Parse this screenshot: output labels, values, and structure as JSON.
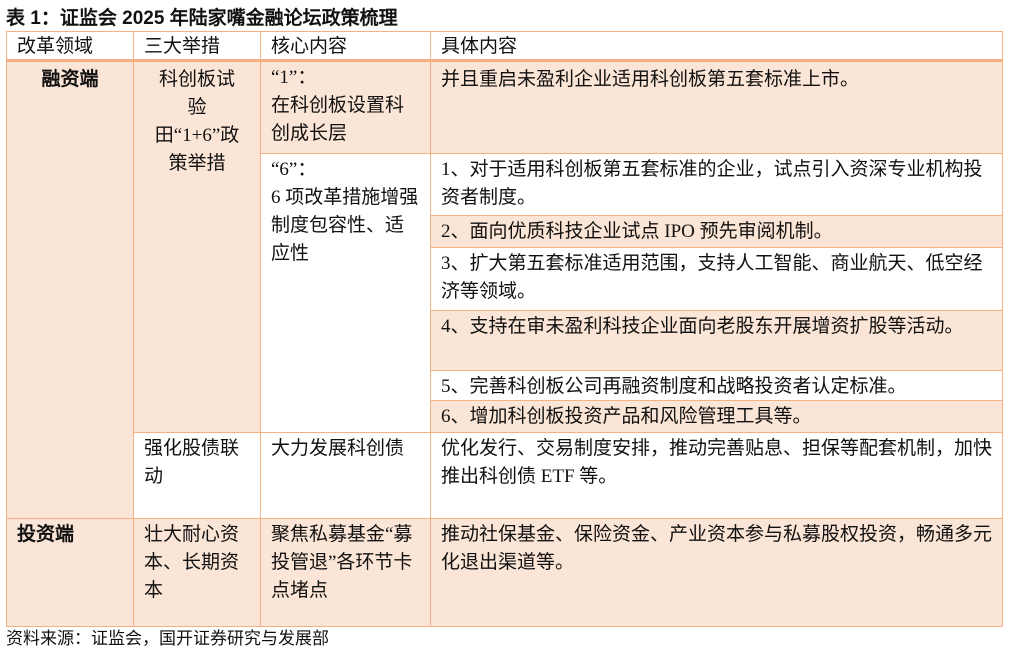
{
  "title": "表 1：证监会 2025 年陆家嘴金融论坛政策梳理",
  "headers": [
    "改革领域",
    "三大举措",
    "核心内容",
    "具体内容"
  ],
  "financing": {
    "area": "融资端",
    "measure1": "科创板试验田“1+6”政策举措",
    "core_1": "“1”：\n在科创板设置科创成长层",
    "detail_1": "并且重启未盈利企业适用科创板第五套标准上市。",
    "core_6": "“6”：\n6 项改革措施增强制度包容性、适应性",
    "details_6": [
      "1、对于适用科创板第五套标准的企业，试点引入资深专业机构投资者制度。",
      "2、面向优质科技企业试点 IPO 预先审阅机制。",
      "3、扩大第五套标准适用范围，支持人工智能、商业航天、低空经济等领域。",
      "4、支持在审未盈利科技企业面向老股东开展增资扩股等活动。",
      "5、完善科创板公司再融资制度和战略投资者认定标准。",
      "6、增加科创板投资产品和风险管理工具等。"
    ],
    "measure2": "强化股债联动",
    "core_bond": "大力发展科创债",
    "detail_bond": "优化发行、交易制度安排，推动完善贴息、担保等配套机制，加快推出科创债 ETF 等。"
  },
  "investment": {
    "area": "投资端",
    "measure": "壮大耐心资本、长期资本",
    "core": "聚焦私募基金“募投管退”各环节卡点堵点",
    "detail": "推动社保基金、保险资金、产业资本参与私募股权投资，畅通多元化退出渠道等。"
  },
  "source": "资料来源：证监会，国开证券研究与发展部",
  "colors": {
    "fill": "#fbe5d6",
    "border": "#f4b183"
  }
}
